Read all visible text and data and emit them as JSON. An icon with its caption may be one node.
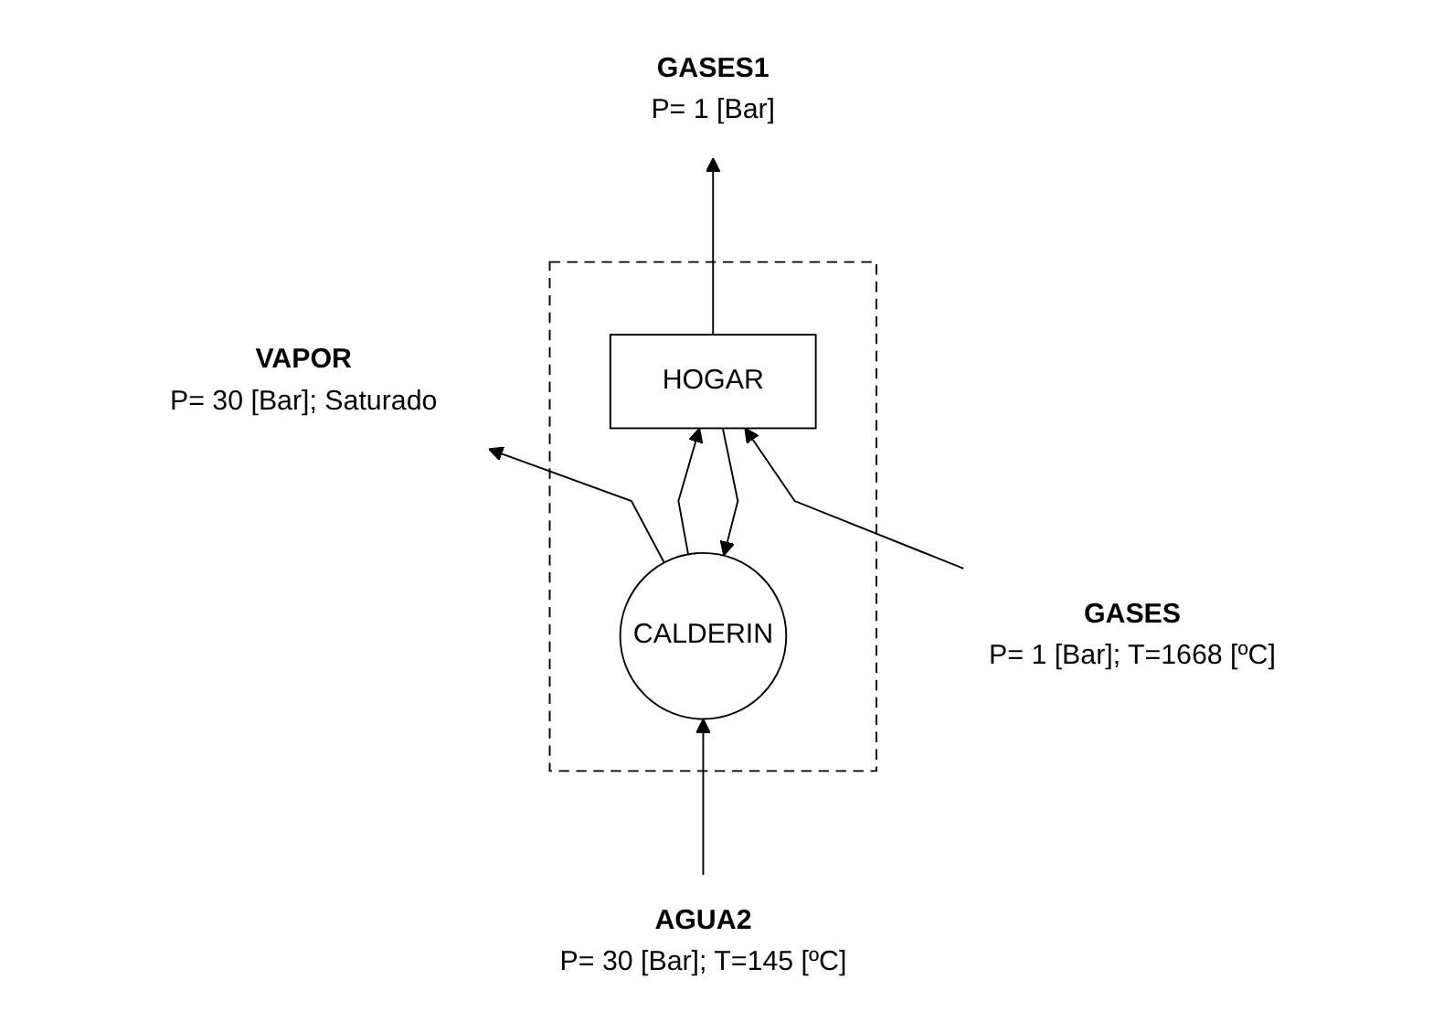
{
  "diagram": {
    "nodes": [
      {
        "text": [],
        "shape": "box"
      },
      {
        "text": [
          "CALDERIN"
        ],
        "in": 0
      },
      {
        "text": [
          "HOGAR"
        ],
        "in": 0
      },
      {
        "text": [
          "VAPOR",
          "P= 30 [Bar]; Saturado"
        ]
      },
      {
        "text": [
          "GASES1",
          "P= 1 [Bar]"
        ]
      },
      {
        "text": [
          "AGUA2",
          "P= 30 [Bar]; T=145 [ºC]"
        ]
      },
      {
        "text": [
          "GASES",
          "P= 1 [Bar]; T=1668 [ºC]"
        ]
      }
    ],
    "edges": [
      {
        "from": 1,
        "to": 3,
        "arrow": "to"
      },
      {
        "from": 2,
        "to": 4,
        "arrow": "to"
      },
      {
        "from": 5,
        "to": 1,
        "arrow": "to"
      },
      {
        "from": 2,
        "to": 1,
        "arrow": "to"
      },
      {
        "from": 1,
        "to": 2,
        "arrow": "to"
      },
      {
        "from": 6,
        "to": 2,
        "arrow": "to"
      }
    ]
  }
}
